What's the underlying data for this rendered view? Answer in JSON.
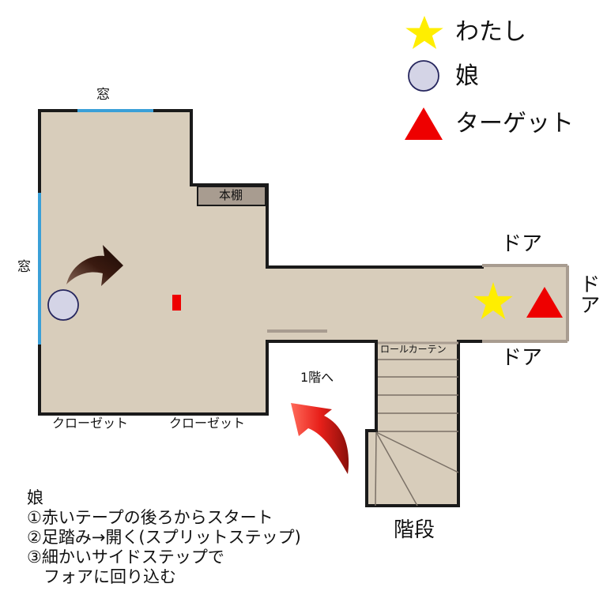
{
  "legend": {
    "me": "わたし",
    "daughter": "娘",
    "target": "ターゲット"
  },
  "labels": {
    "window_top": "窓",
    "window_left": "窓",
    "bookshelf": "本棚",
    "closet_left": "クローゼット",
    "closet_right": "クローゼット",
    "door_top": "ドア",
    "door_right": "ドア",
    "door_bottom": "ドア",
    "roll_curtain": "ロールカーテン",
    "to_first_floor": "1階へ",
    "stairs": "階段"
  },
  "notes": {
    "title": "娘",
    "step1": "①赤いテープの後ろからスタート",
    "step2": "②足踏み→開く(スプリットステップ)",
    "step3": "③細かいサイドステップで",
    "step3_cont": "　フォアに回り込む"
  },
  "colors": {
    "floor": "#d8cdbb",
    "wall": "#1a1a1a",
    "window": "#3aa0d8",
    "bookshelf": "#a89c90",
    "star": "#ffee00",
    "target": "#ee0000",
    "daughter_fill": "#d4d4e6",
    "tape": "#ee0000",
    "arrow_red": "#e8201a",
    "arrow_dark": "#3a1a10"
  }
}
